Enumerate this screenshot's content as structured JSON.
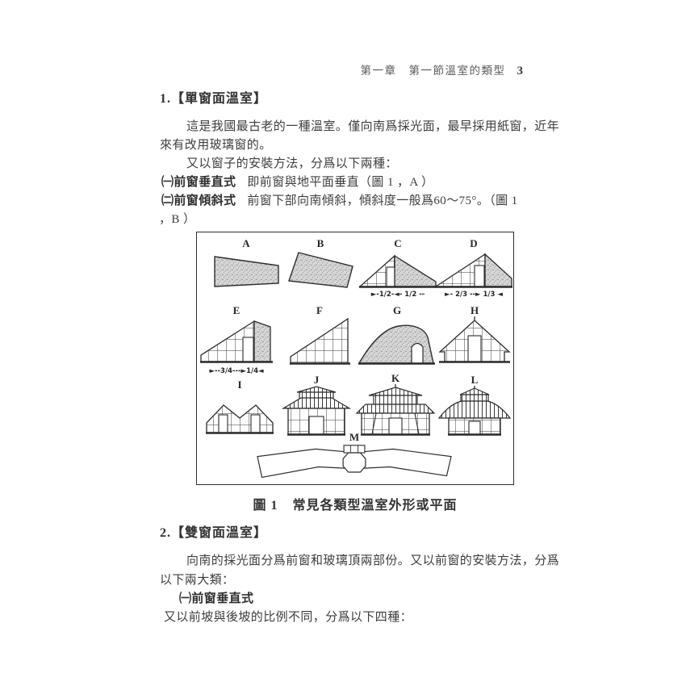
{
  "header": {
    "title": "第一章　第一節溫室的類型",
    "page_number": "3"
  },
  "sec1": {
    "heading": "1.【單窗面溫室】",
    "p1l1": "這是我國最古老的一種溫室。僅向南爲採光面，最早採用紙窗，近年",
    "p1l2": "來有改用玻璃窗的。",
    "p2": "又以窗子的安裝方法，分爲以下兩種：",
    "i1_label": "㈠前窗垂直式",
    "i1_text": "即前窗與地平面垂直（圖 1 ，A ）",
    "i2_label": "㈡前窗傾斜式",
    "i2_text": "前窗下部向南傾斜，傾斜度一般爲60～75°。（圖 1",
    "i2_cont": "，B ）"
  },
  "fig": {
    "caption_no": "圖 1",
    "caption": "常見各類型溫室外形或平面",
    "panels": [
      {
        "label": "A"
      },
      {
        "label": "B"
      },
      {
        "label": "C",
        "dim": "►-1/2-◄- 1/2 --"
      },
      {
        "label": "D",
        "dim": "►- 2/3 --► 1/3 ◄"
      },
      {
        "label": "E",
        "dim": "►--3/4---►1/4◄"
      },
      {
        "label": "F"
      },
      {
        "label": "G"
      },
      {
        "label": "H"
      },
      {
        "label": "I"
      },
      {
        "label": "J"
      },
      {
        "label": "K"
      },
      {
        "label": "L"
      },
      {
        "label": "M"
      }
    ]
  },
  "sec2": {
    "heading": "2.【雙窗面溫室】",
    "p1l1": "向南的採光面分爲前窗和玻璃頂兩部份。又以前窗的安裝方法，分爲",
    "p1l2": "以下兩大類：",
    "sub": "㈠前窗垂直式",
    "p2": "又以前坡與後坡的比例不同，分爲以下四種："
  }
}
